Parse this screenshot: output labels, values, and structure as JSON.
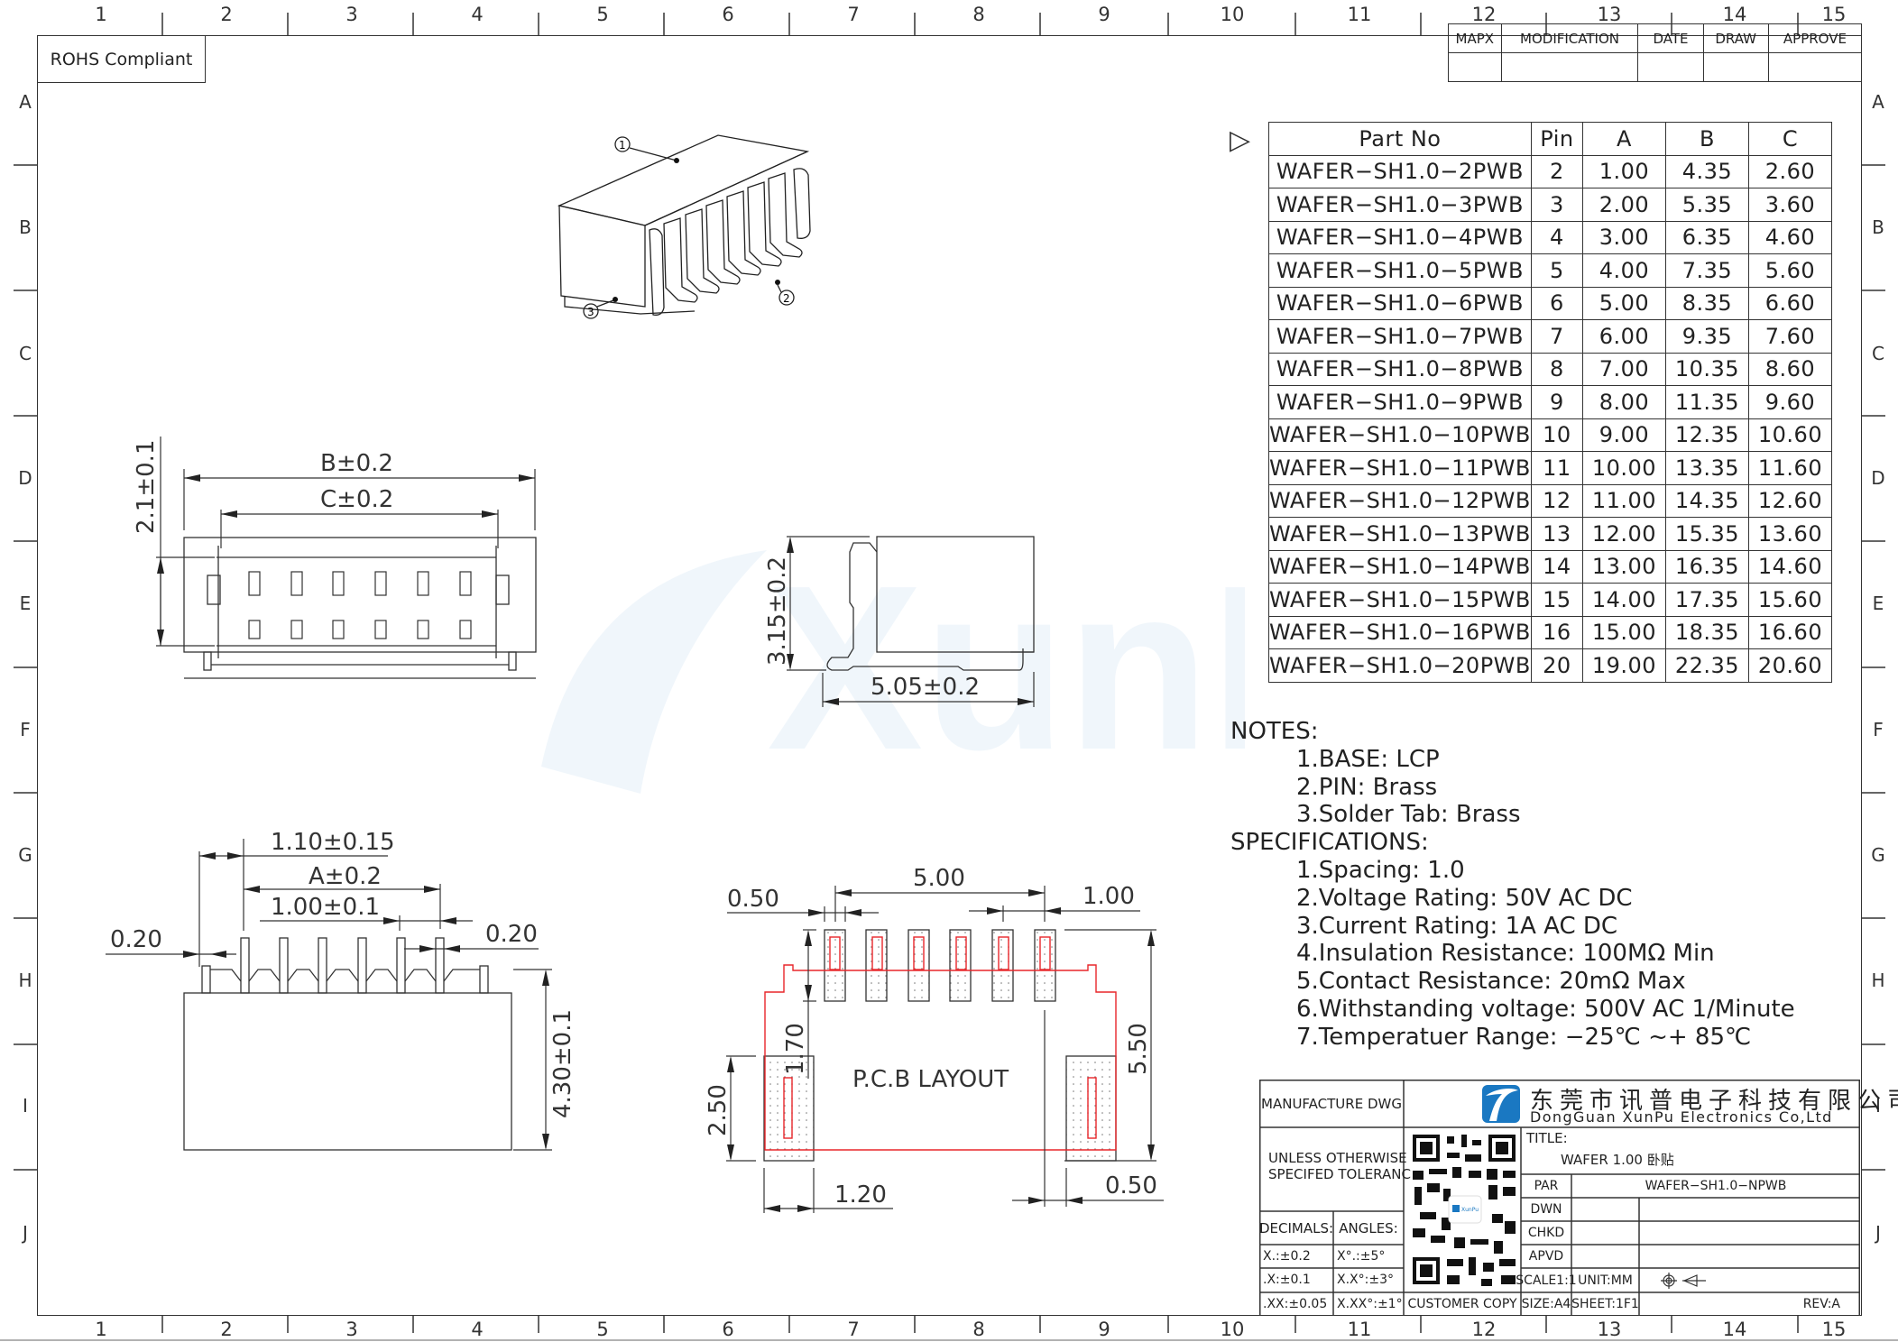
{
  "frame": {
    "columns": [
      "1",
      "2",
      "3",
      "4",
      "5",
      "6",
      "7",
      "8",
      "9",
      "10",
      "11",
      "12",
      "13",
      "14",
      "15"
    ],
    "rows": [
      "A",
      "B",
      "C",
      "D",
      "E",
      "F",
      "G",
      "H",
      "I",
      "J"
    ]
  },
  "rohs": {
    "label": "ROHS Compliant"
  },
  "revision_block": {
    "headers": [
      "MAPX",
      "MODIFICATION",
      "DATE",
      "DRAW",
      "APPROVE"
    ]
  },
  "parts_table": {
    "marker": "▷",
    "headers": [
      "Part No",
      "Pin",
      "A",
      "B",
      "C"
    ],
    "rows": [
      [
        "WAFER−SH1.0−2PWB",
        "2",
        "1.00",
        "4.35",
        "2.60"
      ],
      [
        "WAFER−SH1.0−3PWB",
        "3",
        "2.00",
        "5.35",
        "3.60"
      ],
      [
        "WAFER−SH1.0−4PWB",
        "4",
        "3.00",
        "6.35",
        "4.60"
      ],
      [
        "WAFER−SH1.0−5PWB",
        "5",
        "4.00",
        "7.35",
        "5.60"
      ],
      [
        "WAFER−SH1.0−6PWB",
        "6",
        "5.00",
        "8.35",
        "6.60"
      ],
      [
        "WAFER−SH1.0−7PWB",
        "7",
        "6.00",
        "9.35",
        "7.60"
      ],
      [
        "WAFER−SH1.0−8PWB",
        "8",
        "7.00",
        "10.35",
        "8.60"
      ],
      [
        "WAFER−SH1.0−9PWB",
        "9",
        "8.00",
        "11.35",
        "9.60"
      ],
      [
        "WAFER−SH1.0−10PWB",
        "10",
        "9.00",
        "12.35",
        "10.60"
      ],
      [
        "WAFER−SH1.0−11PWB",
        "11",
        "10.00",
        "13.35",
        "11.60"
      ],
      [
        "WAFER−SH1.0−12PWB",
        "12",
        "11.00",
        "14.35",
        "12.60"
      ],
      [
        "WAFER−SH1.0−13PWB",
        "13",
        "12.00",
        "15.35",
        "13.60"
      ],
      [
        "WAFER−SH1.0−14PWB",
        "14",
        "13.00",
        "16.35",
        "14.60"
      ],
      [
        "WAFER−SH1.0−15PWB",
        "15",
        "14.00",
        "17.35",
        "15.60"
      ],
      [
        "WAFER−SH1.0−16PWB",
        "16",
        "15.00",
        "18.35",
        "16.60"
      ],
      [
        "WAFER−SH1.0−20PWB",
        "20",
        "19.00",
        "22.35",
        "20.60"
      ]
    ]
  },
  "notes": {
    "notes_title": "NOTES:",
    "notes_items": [
      "1.BASE: LCP",
      "2.PIN: Brass",
      "3.Solder Tab: Brass"
    ],
    "spec_title": "SPECIFICATIONS:",
    "spec_items": [
      "1.Spacing: 1.0",
      "2.Voltage Rating: 50V AC DC",
      "3.Current Rating: 1A AC DC",
      "4.Insulation Resistance: 100MΩ Min",
      "5.Contact Resistance: 20mΩ Max",
      "6.Withstanding voltage: 500V AC 1/Minute",
      "7.Temperatuer Range: −25℃ ~+ 85℃"
    ]
  },
  "iso_view": {
    "callouts": [
      "1",
      "2",
      "3"
    ]
  },
  "front_view": {
    "dim_b": "B±0.2",
    "dim_c": "C±0.2",
    "dim_height": "2.1±0.1"
  },
  "side_view": {
    "dim_height": "3.15±0.2",
    "dim_width": "5.05±0.2"
  },
  "top_view": {
    "dim_pitch_total": "1.10±0.15",
    "dim_a": "A±0.2",
    "dim_pitch": "1.00±0.1",
    "dim_tab": "0.20",
    "dim_pin": "0.20",
    "dim_depth": "4.30±0.1"
  },
  "pcb_layout": {
    "label": "P.C.B LAYOUT",
    "dim_pad_w": "0.50",
    "dim_span": "5.00",
    "dim_pitch": "1.00",
    "dim_pad_len": "1.70",
    "dim_total": "5.50",
    "dim_tab_h": "2.50",
    "dim_tab_w": "1.20",
    "dim_offset": "0.50",
    "accent_color": "#e8262a"
  },
  "title_block": {
    "manufacture": "MANUFACTURE DWG",
    "company_cn": "东莞市讯普电子科技有限公司",
    "company_en": "DongGuan XunPu Electronics Co,Ltd",
    "tolerance_note_1": "UNLESS OTHERWISE",
    "tolerance_note_2": "SPECIFED TOLERANCES",
    "decimals_label": "DECIMALS:",
    "angles_label": "ANGLES:",
    "decimals": [
      "X.:±0.2",
      ".X:±0.1",
      ".XX:±0.05"
    ],
    "angles": [
      "X°.:±5°",
      "X.X°:±3°",
      "X.XX°:±1°"
    ],
    "title_label": "TITLE:",
    "title_value": "WAFER 1.00 卧贴",
    "par_label": "PAR",
    "par_value": "WAFER−SH1.0−NPWB",
    "dwn_label": "DWN",
    "chkd_label": "CHKD",
    "apvd_label": "APVD",
    "scale": "SCALE1:1",
    "unit": "UNIT:MM",
    "customer_copy": "CUSTOMER COPY",
    "size": "SIZE:A4",
    "sheet": "SHEET:1F1",
    "rev": "REV:A",
    "qr_badge": "XunPu",
    "logo_color": "#1a78c2"
  },
  "watermark": {
    "text": "XunP"
  }
}
